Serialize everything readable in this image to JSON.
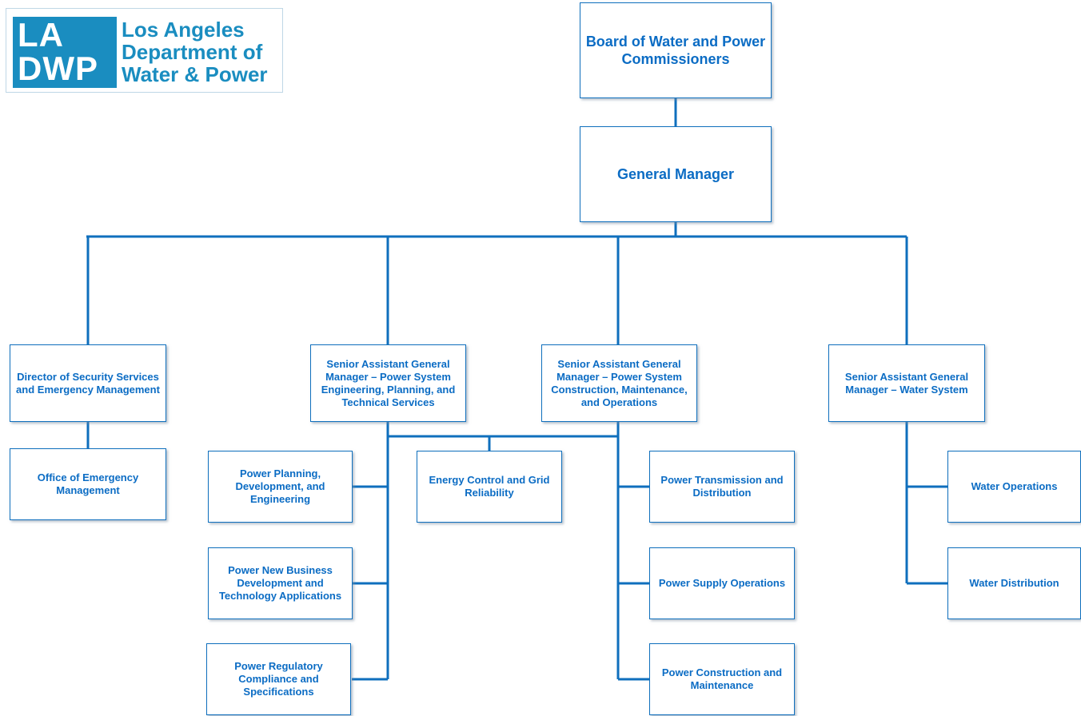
{
  "logo": {
    "mark_line1": "LA",
    "mark_line2": "DWP",
    "text_line1": "Los Angeles",
    "text_line2": "Department of",
    "text_line3": "Water & Power"
  },
  "nodes": {
    "board": "Board of Water and Power Commissioners",
    "gm": "General Manager",
    "security": "Director of Security Services and Emergency Management",
    "oem": "Office of Emergency Management",
    "sagm_eng": "Senior Assistant General Manager – Power System Engineering, Planning, and Technical Services",
    "sagm_ops": "Senior Assistant General Manager – Power System Construction, Maintenance, and Operations",
    "sagm_water": "Senior Assistant General Manager – Water System",
    "power_planning": "Power Planning, Development, and Engineering",
    "power_new_business": "Power New Business Development and Technology Applications",
    "power_regulatory": "Power Regulatory Compliance and Specifications",
    "energy_control": "Energy Control and Grid Reliability",
    "power_transmission": "Power Transmission and Distribution",
    "power_supply": "Power Supply Operations",
    "power_construction": "Power Construction and Maintenance",
    "water_operations": "Water Operations",
    "water_distribution": "Water Distribution"
  },
  "colors": {
    "line": "#0f6fbd",
    "box_text": "#0b6cc4",
    "logo": "#1a8dc0"
  }
}
